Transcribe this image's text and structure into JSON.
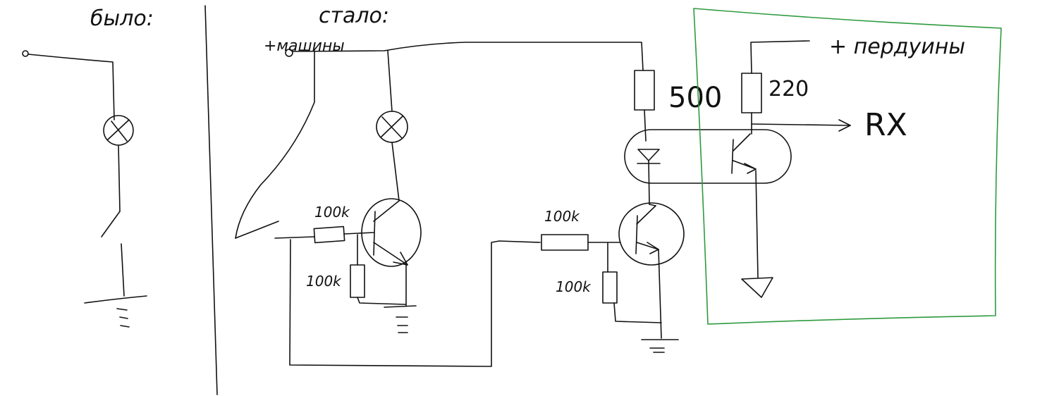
{
  "labels": {
    "before": "было:",
    "after": "стало:",
    "car_plus": "+машины",
    "arduino_plus": "+ пердуины",
    "rx": "RX",
    "r1": "100k",
    "r2": "100k",
    "r3": "100k",
    "r4": "100k",
    "r5": "500",
    "r6": "220"
  },
  "colors": {
    "ink": "#111111",
    "isolation_box": "#2e9a3e",
    "background": "#ffffff"
  }
}
